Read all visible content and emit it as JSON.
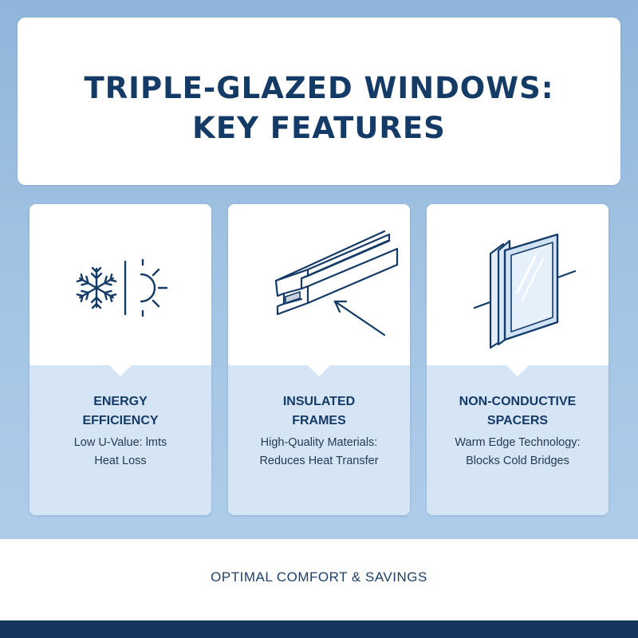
{
  "header": {
    "title_line1": "TRIPLE-GLAZED WINDOWS:",
    "title_line2": "KEY FEATURES"
  },
  "features": [
    {
      "icon": "snowflake-sun-icon",
      "title_line1": "ENERGY",
      "title_line2": "EFFICIENCY",
      "desc_line1": "Low U-Value: lmts",
      "desc_line2": "Heat Loss"
    },
    {
      "icon": "frame-profile-icon",
      "title_line1": "INSULATED",
      "title_line2": "FRAMES",
      "desc_line1": "High-Quality Materials:",
      "desc_line2": "Reduces Heat Transfer"
    },
    {
      "icon": "glass-panes-icon",
      "title_line1": "NON-CONDUCTIVE",
      "title_line2": "SPACERS",
      "desc_line1": "Warm Edge Technology:",
      "desc_line2": "Blocks Cold Bridges"
    }
  ],
  "footer": {
    "text": "OPTIMAL COMFORT & SAVINGS"
  },
  "colors": {
    "navy": "#143a66",
    "background_blue": "#a3c4e4",
    "card_bottom": "#d6e5f5",
    "bar": "#15375f"
  }
}
